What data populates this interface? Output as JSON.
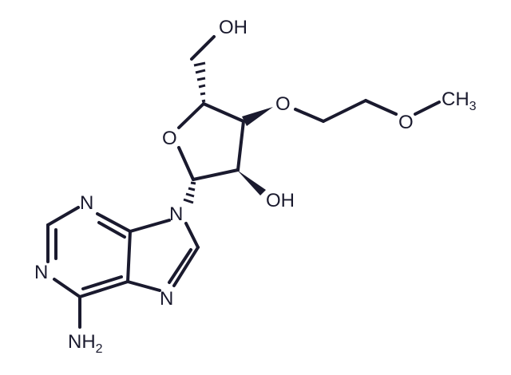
{
  "molecule": {
    "atom_labels": {
      "oh_top": "OH",
      "ring_o": "O",
      "ether_o1": "O",
      "ether_o2": "O",
      "methyl_c": "CH",
      "methyl_sub": "3",
      "oh_right": "OH",
      "n9": "N",
      "n3": "N",
      "n1": "N",
      "n7": "N",
      "amine_nh": "NH",
      "amine_sub": "2"
    },
    "colors": {
      "bond": "#1a1a2e",
      "background": "#ffffff"
    }
  }
}
